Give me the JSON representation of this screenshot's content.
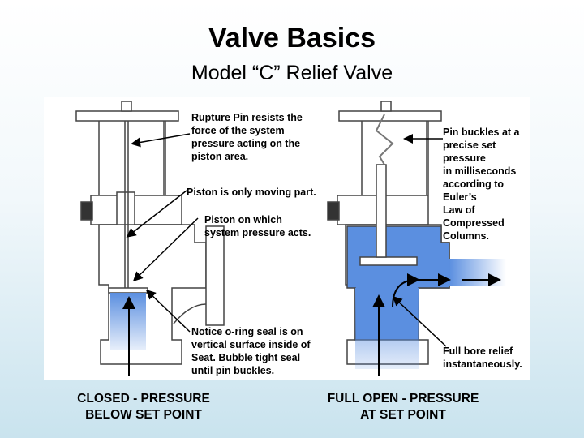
{
  "slide": {
    "title": "Valve Basics",
    "subtitle": "Model “C” Relief Valve"
  },
  "annotations": {
    "rupture_pin": "Rupture Pin resists the\nforce of the system\npressure acting on the\npiston area.",
    "piston_moving": "Piston is only moving part.",
    "piston_pressure": "Piston on which\nsystem pressure acts.",
    "oring_seal": "Notice o-ring seal is on\nvertical surface inside of\nSeat.  Bubble tight seal\nuntil pin buckles.",
    "pin_buckles": "Pin buckles at a\nprecise set pressure\nin milliseconds\naccording to Euler’s\nLaw of Compressed\nColumns.",
    "full_bore": "Full bore relief\ninstantaneously."
  },
  "captions": {
    "closed": "CLOSED - PRESSURE\nBELOW SET POINT",
    "open": "FULL OPEN - PRESSURE\nAT SET POINT"
  },
  "colors": {
    "fluid_blue": "#5b8fe0",
    "outline": "#444444",
    "body_fill": "#ffffff"
  }
}
